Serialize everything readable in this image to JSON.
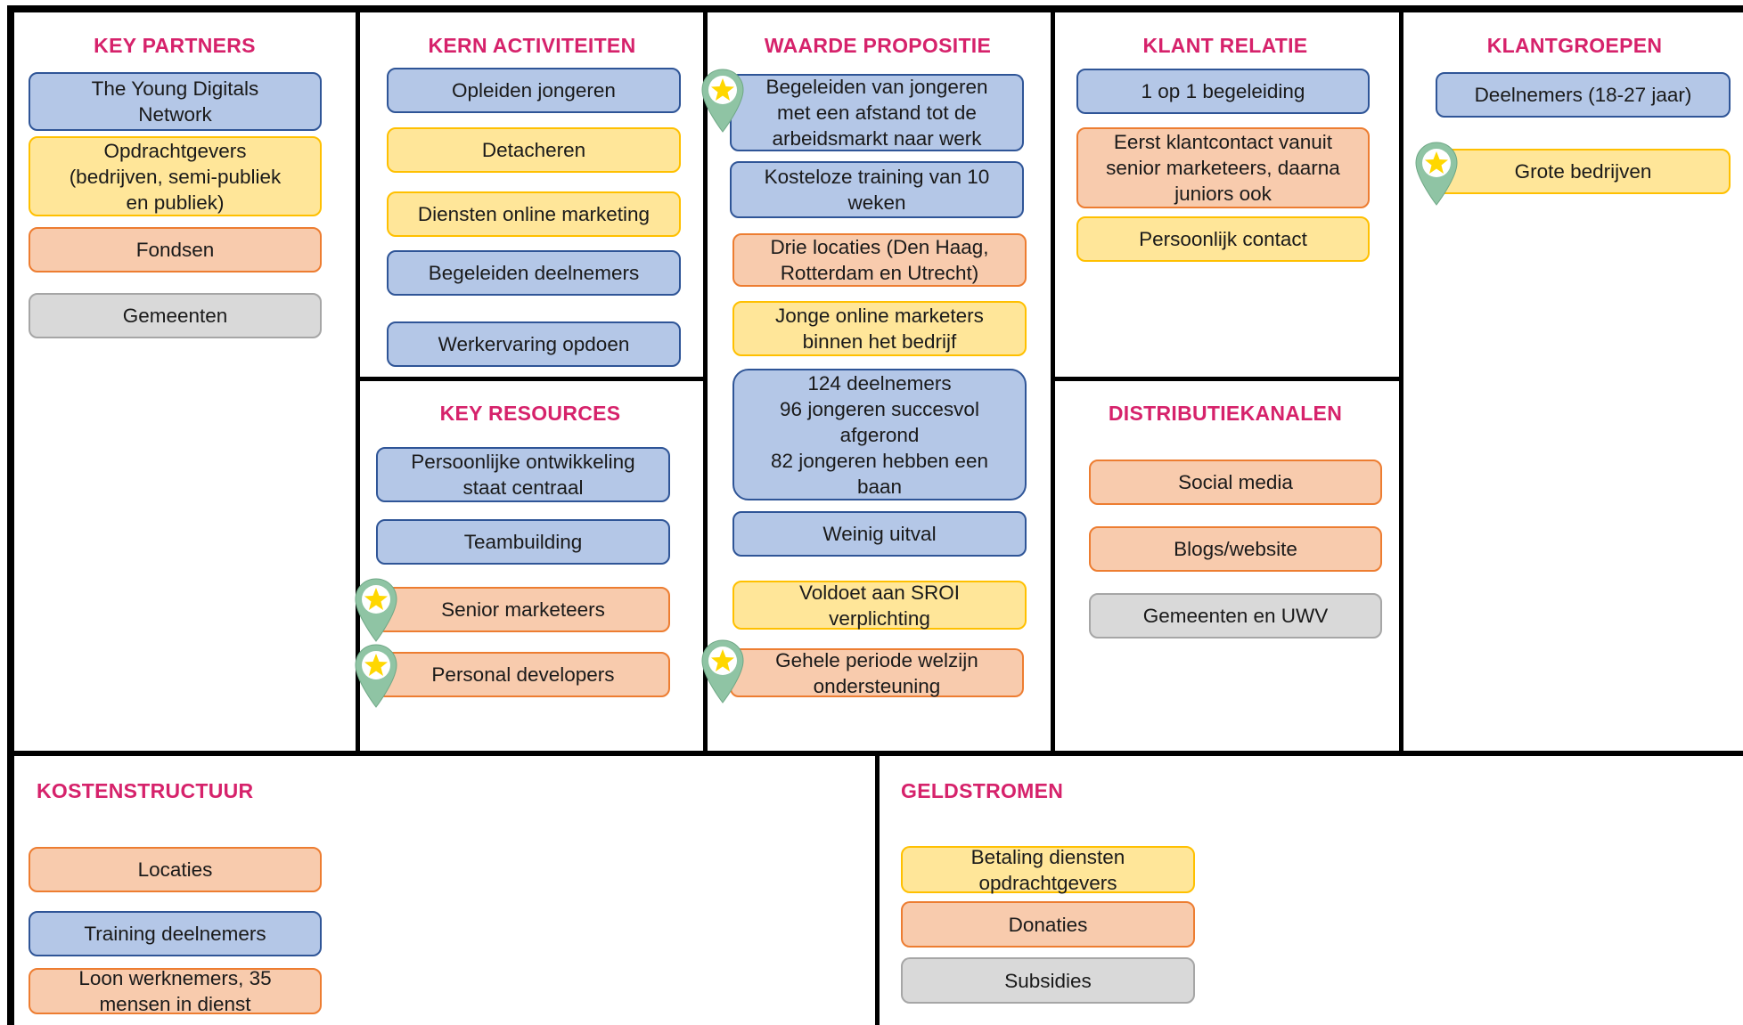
{
  "colors": {
    "title": "#d6226b",
    "blue": "#b4c7e7",
    "yellow": "#ffe699",
    "orange": "#f8cbad",
    "grey": "#d9d9d9",
    "pin": "#8fc4a4",
    "star": "#ffd700"
  },
  "legend": {
    "blue": "blue",
    "yellow": "yellow",
    "orange": "orange",
    "grey": "grey"
  },
  "sections": {
    "key_partners": {
      "title": "KEY PARTNERS",
      "items": [
        {
          "text": "The Young Digitals\nNetwork",
          "color": "blue"
        },
        {
          "text": "Opdrachtgevers\n(bedrijven, semi-publiek\nen publiek)",
          "color": "yellow"
        },
        {
          "text": "Fondsen",
          "color": "orange"
        },
        {
          "text": "Gemeenten",
          "color": "grey"
        }
      ]
    },
    "kern_activiteiten": {
      "title": "KERN ACTIVITEITEN",
      "items": [
        {
          "text": "Opleiden jongeren",
          "color": "blue"
        },
        {
          "text": "Detacheren",
          "color": "yellow"
        },
        {
          "text": "Diensten online marketing",
          "color": "yellow"
        },
        {
          "text": "Begeleiden deelnemers",
          "color": "blue"
        },
        {
          "text": "Werkervaring opdoen",
          "color": "blue"
        }
      ]
    },
    "key_resources": {
      "title": "KEY RESOURCES",
      "items": [
        {
          "text": "Persoonlijke ontwikkeling\nstaat centraal",
          "color": "blue"
        },
        {
          "text": "Teambuilding",
          "color": "blue"
        },
        {
          "text": "Senior marketeers",
          "color": "orange",
          "starred": true
        },
        {
          "text": "Personal developers",
          "color": "orange",
          "starred": true
        }
      ]
    },
    "waarde_propositie": {
      "title": "WAARDE PROPOSITIE",
      "items": [
        {
          "text": "Begeleiden van jongeren\nmet een afstand tot de\narbeidsmarkt naar werk",
          "color": "blue",
          "starred": true
        },
        {
          "text": "Kosteloze training van 10\nweken",
          "color": "blue"
        },
        {
          "text": "Drie locaties (Den Haag,\nRotterdam en Utrecht)",
          "color": "orange"
        },
        {
          "text": "Jonge online marketers\nbinnen het bedrijf",
          "color": "yellow"
        },
        {
          "text": "124 deelnemers\n96 jongeren succesvol\nafgerond\n82 jongeren hebben een\nbaan",
          "color": "blue"
        },
        {
          "text": "Weinig uitval",
          "color": "blue"
        },
        {
          "text": "Voldoet aan SROI\nverplichting",
          "color": "yellow"
        },
        {
          "text": "Gehele periode welzijn\nondersteuning",
          "color": "orange",
          "starred": true
        }
      ]
    },
    "klant_relatie": {
      "title": "KLANT RELATIE",
      "items": [
        {
          "text": "1 op 1 begeleiding",
          "color": "blue"
        },
        {
          "text": "Eerst klantcontact vanuit\nsenior marketeers, daarna\njuniors ook",
          "color": "orange"
        },
        {
          "text": "Persoonlijk contact",
          "color": "yellow"
        }
      ]
    },
    "distributiekanalen": {
      "title": "DISTRIBUTIEKANALEN",
      "items": [
        {
          "text": "Social media",
          "color": "orange"
        },
        {
          "text": "Blogs/website",
          "color": "orange"
        },
        {
          "text": "Gemeenten en UWV",
          "color": "grey"
        }
      ]
    },
    "klantgroepen": {
      "title": "KLANTGROEPEN",
      "items": [
        {
          "text": "Deelnemers (18-27 jaar)",
          "color": "blue"
        },
        {
          "text": "Grote bedrijven",
          "color": "yellow",
          "starred": true
        }
      ]
    },
    "kostenstructuur": {
      "title": "KOSTENSTRUCTUUR",
      "items": [
        {
          "text": "Locaties",
          "color": "orange"
        },
        {
          "text": "Training deelnemers",
          "color": "blue"
        },
        {
          "text": "Loon werknemers, 35\nmensen in dienst",
          "color": "orange"
        }
      ]
    },
    "geldstromen": {
      "title": "GELDSTROMEN",
      "items": [
        {
          "text": "Betaling diensten\nopdrachtgevers",
          "color": "yellow"
        },
        {
          "text": "Donaties",
          "color": "orange"
        },
        {
          "text": "Subsidies",
          "color": "grey"
        }
      ]
    }
  }
}
